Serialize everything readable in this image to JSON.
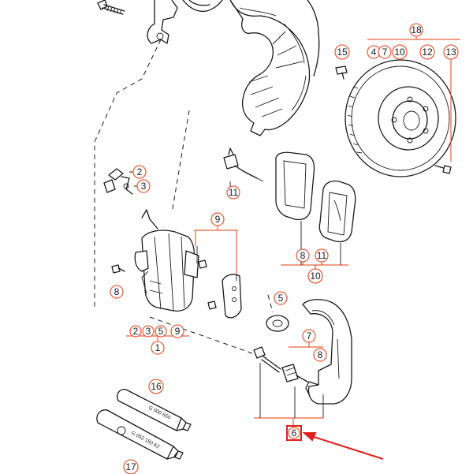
{
  "colors": {
    "line": "#1a1a1a",
    "callout": "#e8613f",
    "highlight": "#e02020"
  },
  "callouts": [
    {
      "id": "c1",
      "label": "1"
    },
    {
      "id": "c2",
      "label": "2"
    },
    {
      "id": "c3",
      "label": "3"
    },
    {
      "id": "c2b",
      "label": "2"
    },
    {
      "id": "c3b",
      "label": "3"
    },
    {
      "id": "c5",
      "label": "5"
    },
    {
      "id": "c9",
      "label": "9"
    },
    {
      "id": "c4",
      "label": "4"
    },
    {
      "id": "c5b",
      "label": "5"
    },
    {
      "id": "c6",
      "label": "6"
    },
    {
      "id": "c7",
      "label": "7"
    },
    {
      "id": "c7b",
      "label": "7"
    },
    {
      "id": "c8",
      "label": "8"
    },
    {
      "id": "c8b",
      "label": "8"
    },
    {
      "id": "c8c",
      "label": "8"
    },
    {
      "id": "c9b",
      "label": "9"
    },
    {
      "id": "c10",
      "label": "10"
    },
    {
      "id": "c10b",
      "label": "10"
    },
    {
      "id": "c11",
      "label": "11"
    },
    {
      "id": "c11b",
      "label": "11"
    },
    {
      "id": "c12",
      "label": "12"
    },
    {
      "id": "c13",
      "label": "13"
    },
    {
      "id": "c15",
      "label": "15"
    },
    {
      "id": "c16",
      "label": "16"
    },
    {
      "id": "c17",
      "label": "17"
    },
    {
      "id": "c18",
      "label": "18"
    }
  ],
  "tubes": {
    "top_label": "G 000 650",
    "bottom_label": "G 052 150 A2"
  }
}
